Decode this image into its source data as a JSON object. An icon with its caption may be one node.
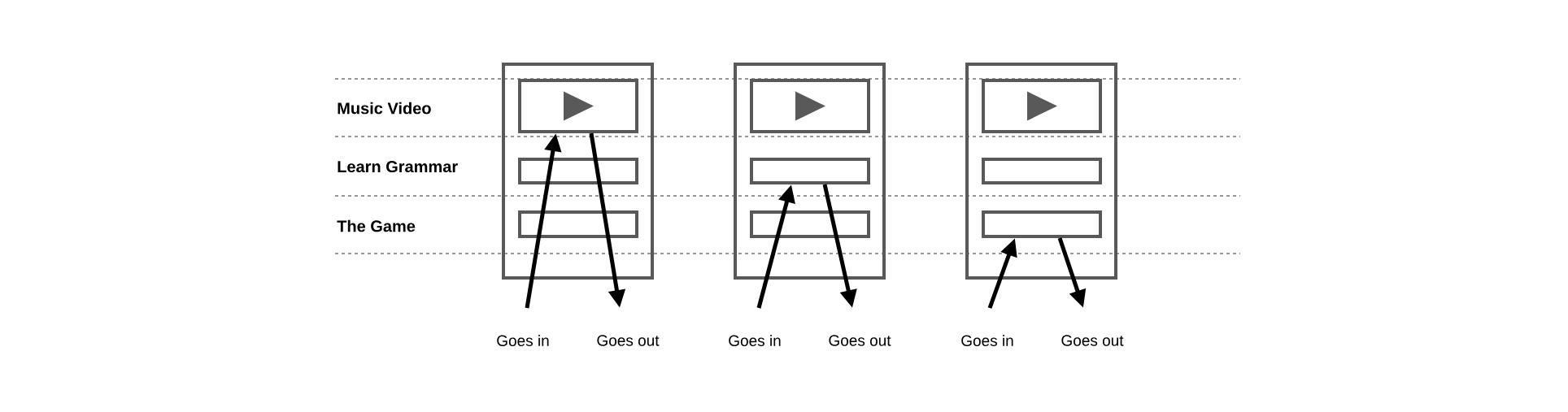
{
  "diagram": {
    "nodes": [
      {
        "text": [],
        "shape": "box"
      },
      {
        "text": [],
        "shape": "box",
        "in": 0
      },
      {
        "text": [],
        "shape": "box",
        "in": 0
      },
      {
        "text": [],
        "shape": "box",
        "in": 0
      },
      {
        "text": [],
        "shape": "box"
      },
      {
        "text": [],
        "shape": "box",
        "in": 4
      },
      {
        "text": [],
        "shape": "box",
        "in": 4
      },
      {
        "text": [],
        "shape": "box",
        "in": 4
      },
      {
        "text": [],
        "shape": "box"
      },
      {
        "text": [],
        "shape": "box",
        "in": 8
      },
      {
        "text": [],
        "shape": "box",
        "in": 8
      },
      {
        "text": [],
        "shape": "box",
        "in": 8
      }
    ],
    "edges": [
      {
        "from": null,
        "to": 1,
        "arrow": "to"
      },
      {
        "from": 1,
        "to": null,
        "arrow": "to"
      },
      {
        "from": null,
        "to": 6,
        "arrow": "to"
      },
      {
        "from": 6,
        "to": null,
        "arrow": "to"
      },
      {
        "from": null,
        "to": 11,
        "arrow": "to"
      },
      {
        "from": 11,
        "to": null,
        "arrow": "to"
      }
    ],
    "labels": [
      "Music Video",
      "Learn Grammar",
      "The Game",
      "Goes in",
      "Goes out",
      "Goes in",
      "Goes out",
      "Goes in",
      "Goes out"
    ]
  }
}
